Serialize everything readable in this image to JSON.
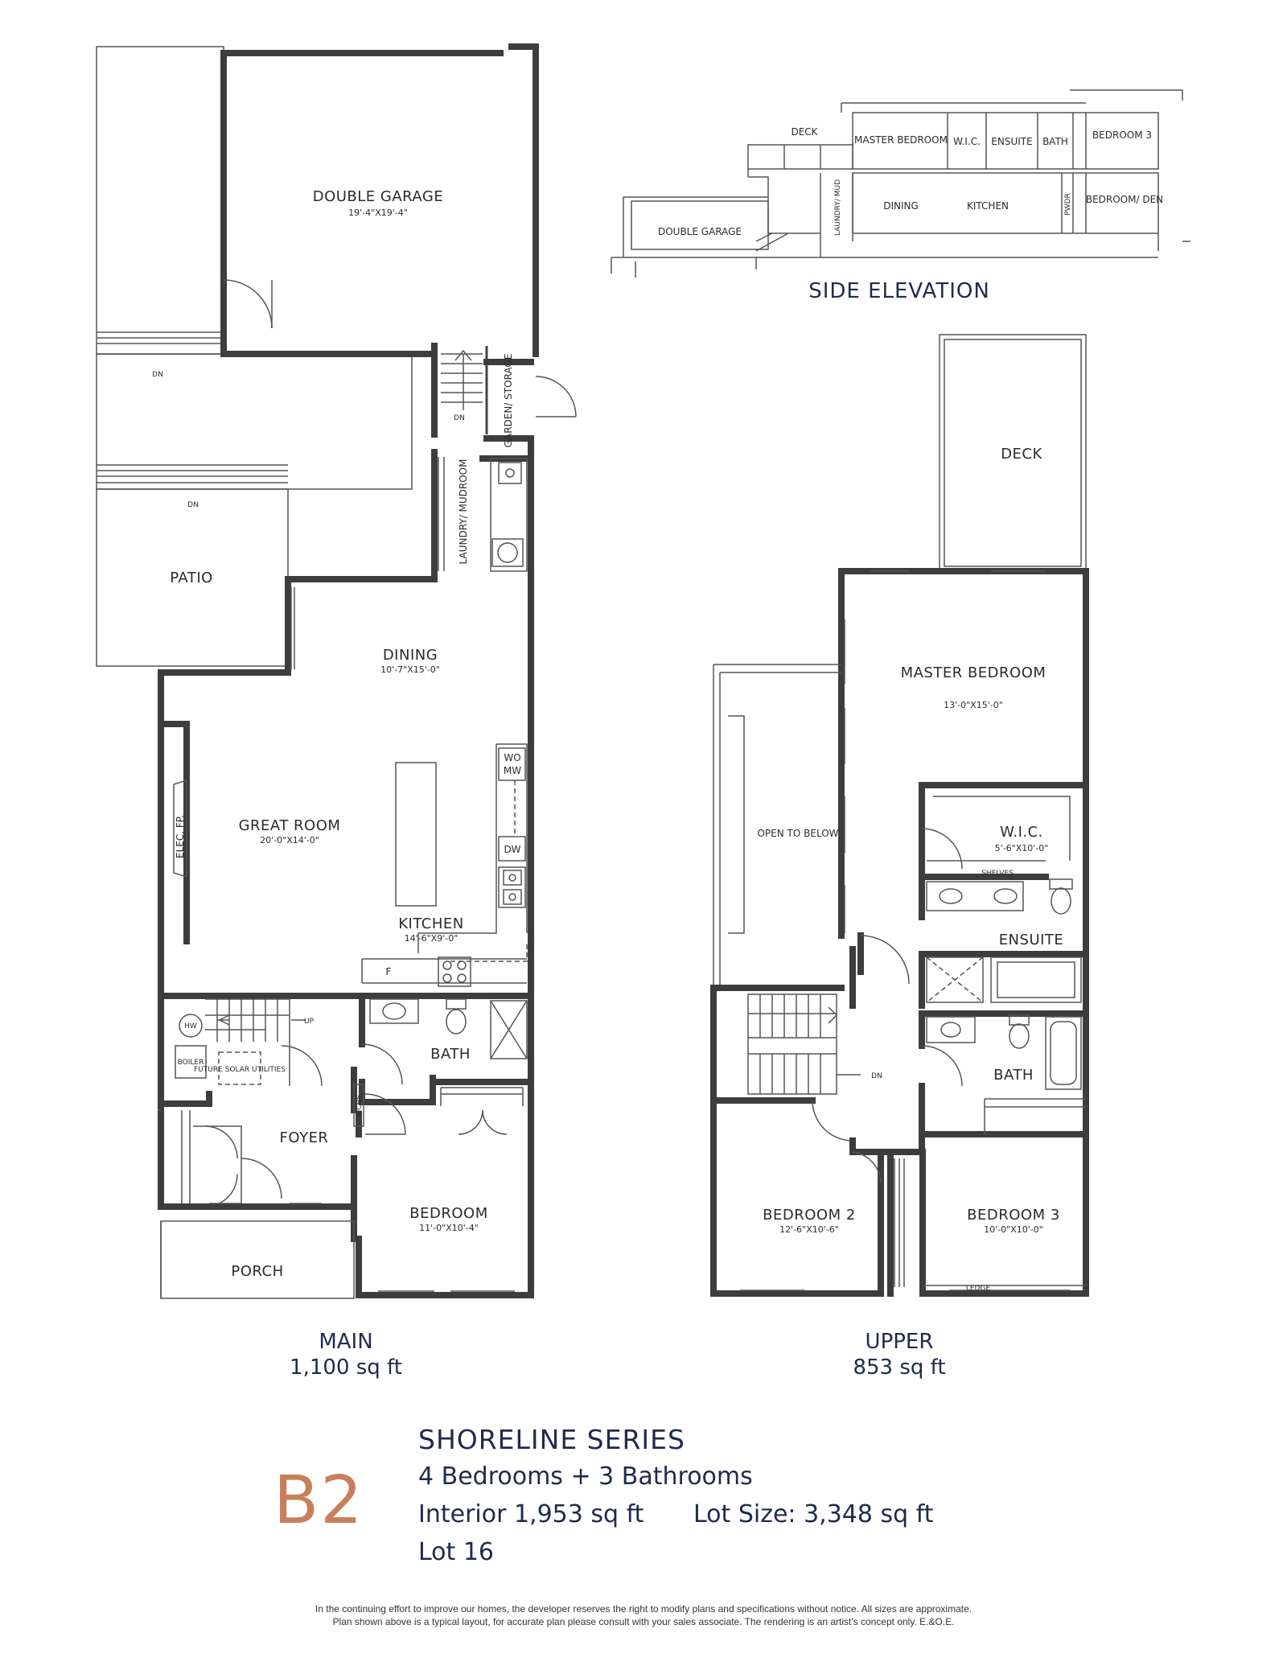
{
  "main_floor": {
    "level": "MAIN",
    "area": "1,100 sq ft",
    "rooms": {
      "double_garage": "DOUBLE GARAGE",
      "double_garage_dim": "19'-4\"X19'-4\"",
      "garden_storage": "GARDEN/ STORAGE",
      "laundry_mudroom": "LAUNDRY/ MUDROOM",
      "patio": "PATIO",
      "dining": "DINING",
      "dining_dim": "10'-7\"X15'-0\"",
      "great_room": "GREAT ROOM",
      "great_room_dim": "20'-0\"X14'-0\"",
      "kitchen": "KITCHEN",
      "kitchen_dim": "14'-6\"X9'-0\"",
      "bath": "BATH",
      "foyer": "FOYER",
      "bedroom": "BEDROOM",
      "bedroom_dim": "11'-0\"X10'-4\"",
      "porch": "PORCH"
    },
    "fixtures": {
      "dn": "DN",
      "up": "UP",
      "wo": "WO",
      "mw": "MW",
      "dw": "DW",
      "fridge": "F",
      "elec_fp": "ELEC. FP.",
      "hw": "HW",
      "boiler": "BOILER",
      "future_solar": "FUTURE SOLAR UTILITIES",
      "niche": "NICHE"
    }
  },
  "upper_floor": {
    "level": "UPPER",
    "area": "853 sq ft",
    "rooms": {
      "deck": "DECK",
      "master_bedroom": "MASTER BEDROOM",
      "master_bedroom_dim": "13'-0\"X15'-0\"",
      "open_to_below": "OPEN TO BELOW",
      "wic": "W.I.C.",
      "wic_dim": "5'-6\"X10'-0\"",
      "shelves": "SHELVES",
      "ensuite": "ENSUITE",
      "bath": "BATH",
      "bedroom2": "BEDROOM 2",
      "bedroom2_dim": "12'-6\"X10'-6\"",
      "bedroom3": "BEDROOM 3",
      "bedroom3_dim": "10'-0\"X10'-0\"",
      "ledge": "LEDGE"
    },
    "fixtures": {
      "dn": "DN"
    }
  },
  "side_elevation": {
    "title": "SIDE ELEVATION",
    "labels": {
      "deck": "DECK",
      "master_bedroom": "MASTER BEDROOM",
      "wic": "W.I.C.",
      "ensuite": "ENSUITE",
      "bath": "BATH",
      "bedroom3": "BEDROOM 3",
      "laundry_mud": "LAUNDRY/ MUD",
      "dining": "DINING",
      "kitchen": "KITCHEN",
      "pwdr": "PWDR",
      "bedroom_den": "BEDROOM/ DEN",
      "double_garage": "DOUBLE GARAGE"
    }
  },
  "info": {
    "model": "B2",
    "series": "SHORELINE SERIES",
    "bedrooms_bathrooms": "4 Bedrooms + 3 Bathrooms",
    "interior": "Interior 1,953 sq ft",
    "lot_size": "Lot Size: 3,348 sq ft",
    "lot": "Lot 16"
  },
  "disclaimer": {
    "line1": "In the continuing effort to improve our homes, the developer reserves the right to modify plans and specifications without notice. All sizes are approximate.",
    "line2": "Plan shown above is a typical layout, for accurate plan please consult with your sales associate. The rendering is an artist's concept only. E.&O.E."
  },
  "colors": {
    "navy": "#1f2a4d",
    "accent": "#c97f5a",
    "wall": "#3d3d3d"
  }
}
